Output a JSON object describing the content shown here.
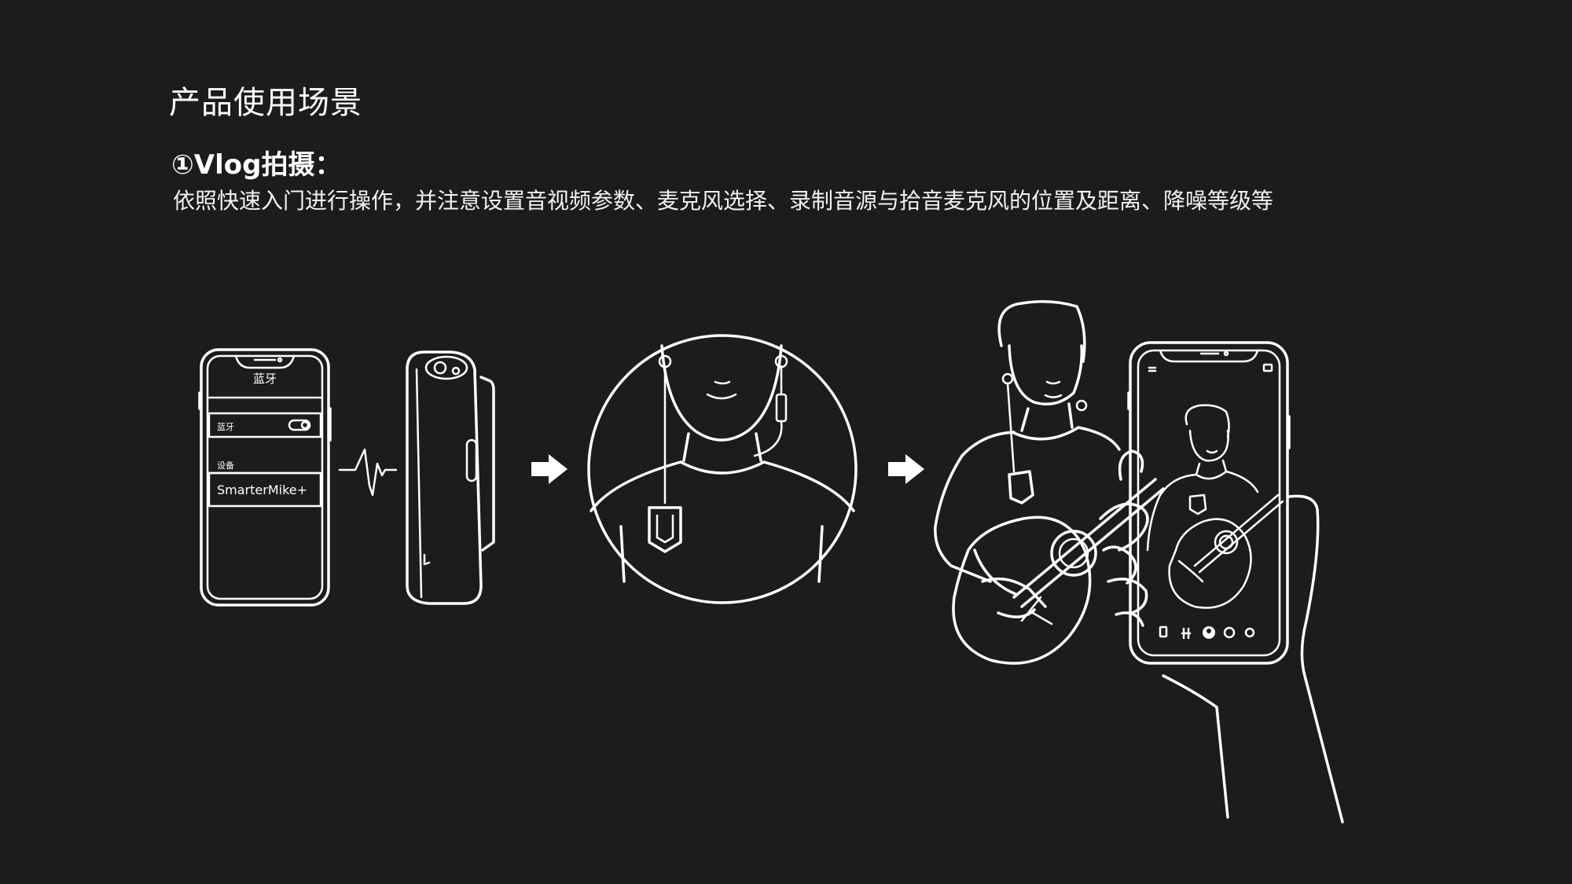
{
  "header": {
    "title": "产品使用场景",
    "section_title": "①Vlog拍摄：",
    "description": "依照快速入门进行操作，并注意设置音视频参数、麦克风选择、录制音源与拾音麦克风的位置及距离、降噪等级等"
  },
  "phone_screen": {
    "title": "蓝牙",
    "bluetooth_label": "蓝牙",
    "device_section_label": "设备",
    "device_name": "SmarterMike+"
  },
  "colors": {
    "background": "#1c1c1c",
    "line": "#ffffff"
  },
  "icons": [
    "phone-icon",
    "microphone-device-icon",
    "audio-wave-icon",
    "arrow-right-icon",
    "person-with-lapel-mic-icon",
    "person-playing-guitar-icon",
    "hand-holding-phone-icon"
  ]
}
